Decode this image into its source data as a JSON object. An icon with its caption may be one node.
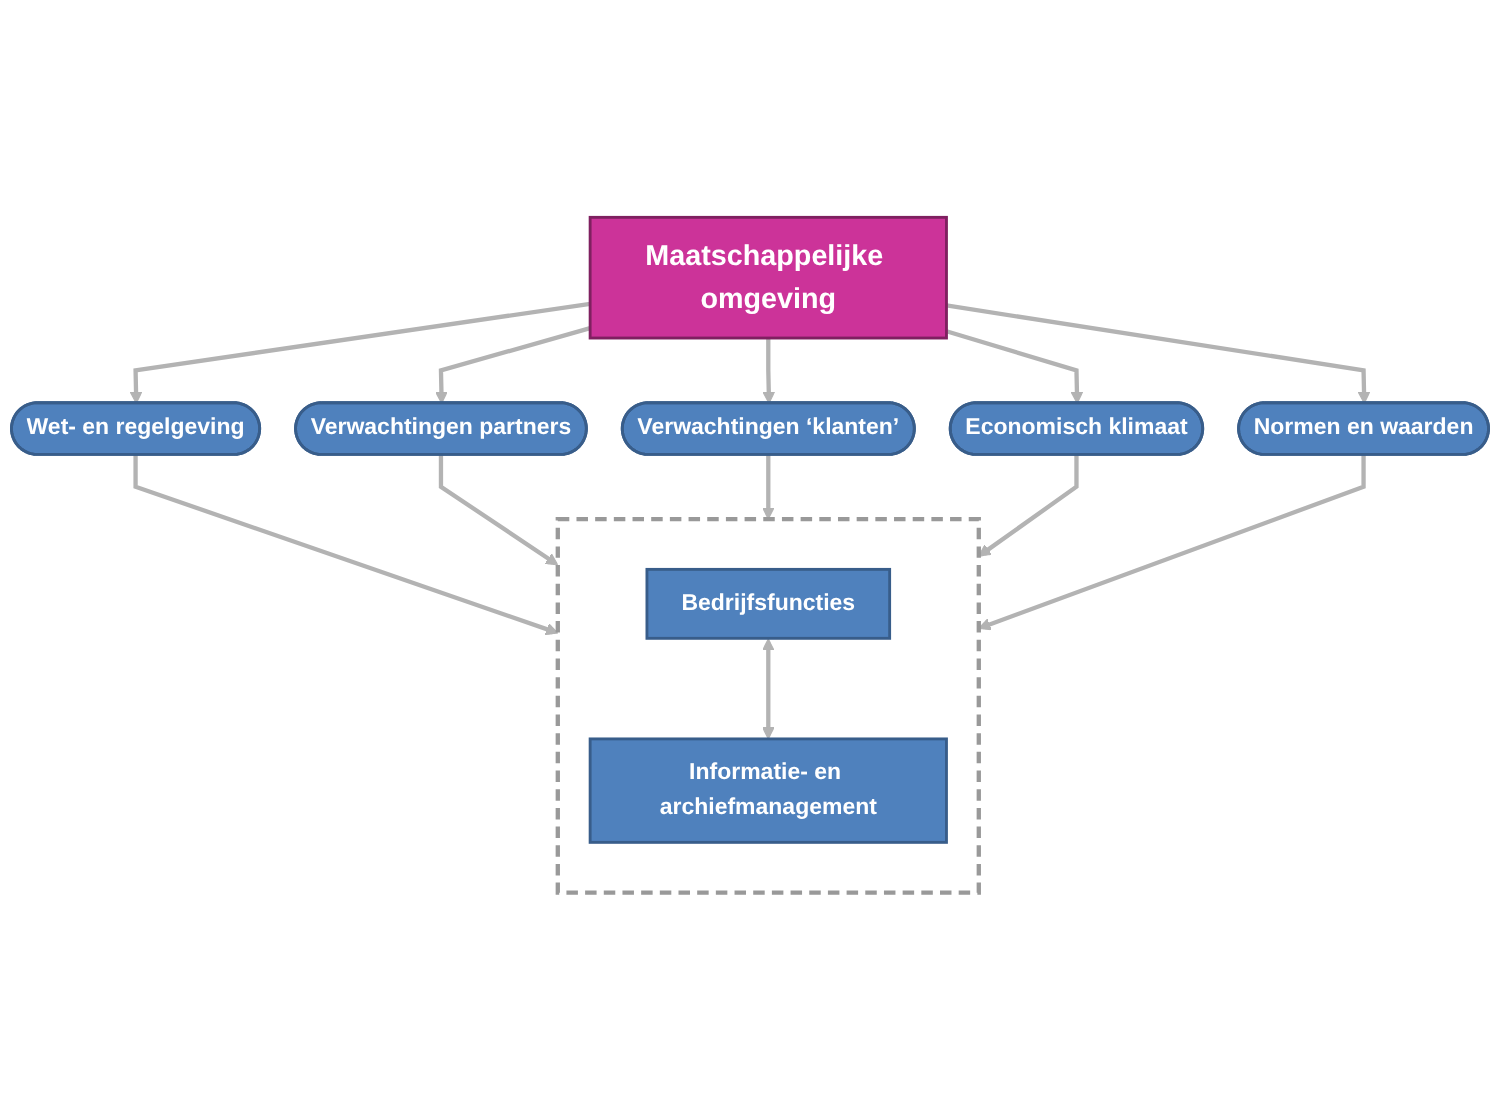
{
  "diagram": {
    "nodes": [
      {
        "text": [
          "Maatschappelijke omgeving"
        ]
      },
      {
        "text": [
          "Wet- en regelgeving"
        ]
      },
      {
        "text": [
          "Verwachtingen ‘klanten’"
        ]
      },
      {
        "text": [
          "Normen en waarden"
        ]
      },
      {
        "text": [
          "Verwachtingen partners"
        ]
      },
      {
        "text": [
          "Economisch klimaat"
        ]
      },
      {
        "text": [],
        "shape": "box"
      },
      {
        "text": [
          "Bedrijfsfuncties"
        ],
        "in": 6
      },
      {
        "text": [
          "Informatie- en archiefmanagement"
        ],
        "in": 6
      }
    ],
    "edges": [
      {
        "from": 0,
        "to": 1,
        "arrow": "to"
      },
      {
        "from": 0,
        "to": 4,
        "arrow": "to"
      },
      {
        "from": 0,
        "to": 2,
        "arrow": "to"
      },
      {
        "from": 0,
        "to": 5,
        "arrow": "to"
      },
      {
        "from": 0,
        "to": 3,
        "arrow": "to"
      },
      {
        "from": 1,
        "to": 6,
        "arrow": "to"
      },
      {
        "from": 4,
        "to": 6,
        "arrow": "to"
      },
      {
        "from": 2,
        "to": 6,
        "arrow": "to"
      },
      {
        "from": 5,
        "to": 6,
        "arrow": "to"
      },
      {
        "from": 3,
        "to": 6,
        "arrow": "to"
      },
      {
        "from": 7,
        "to": 8,
        "arrow": "both"
      }
    ]
  }
}
